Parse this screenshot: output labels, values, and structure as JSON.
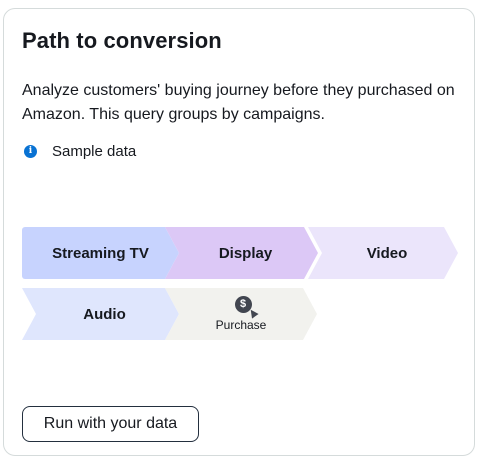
{
  "card": {
    "title": "Path to conversion",
    "description": "Analyze customers' buying journey before they purchased on Amazon. This query groups by campaigns.",
    "sample_label": "Sample data"
  },
  "path": {
    "steps": [
      {
        "label": "Streaming TV",
        "color": "#c7d3fe"
      },
      {
        "label": "Display",
        "color": "#dcc8f6"
      },
      {
        "label": "Video",
        "color": "#ebe5fb"
      },
      {
        "label": "Audio",
        "color": "#dfe6fd"
      },
      {
        "label": "Purchase",
        "icon": "purchase-dollar-icon",
        "color": "#f2f2ee"
      }
    ]
  },
  "actions": {
    "run_label": "Run with your data"
  },
  "colors": {
    "info": "#0972d3",
    "text": "#16191f",
    "border": "#d5dbdb"
  }
}
